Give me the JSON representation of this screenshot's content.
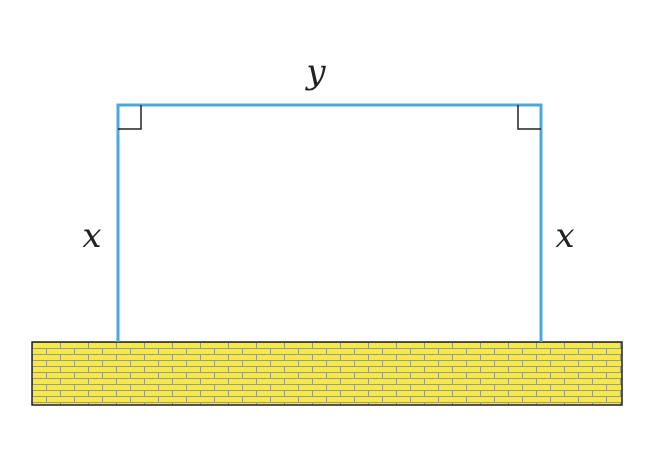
{
  "labels": {
    "top_side": "y",
    "left_side": "x",
    "right_side": "x"
  },
  "colors": {
    "fence_line": "#4aa8dc",
    "wall_fill": "#f4e84a",
    "wall_mortar": "#9c9a8a",
    "wall_border": "#222222",
    "right_angle_marker": "#222222",
    "text": "#222222"
  },
  "right_angle_markers": [
    "top-left",
    "top-right"
  ]
}
